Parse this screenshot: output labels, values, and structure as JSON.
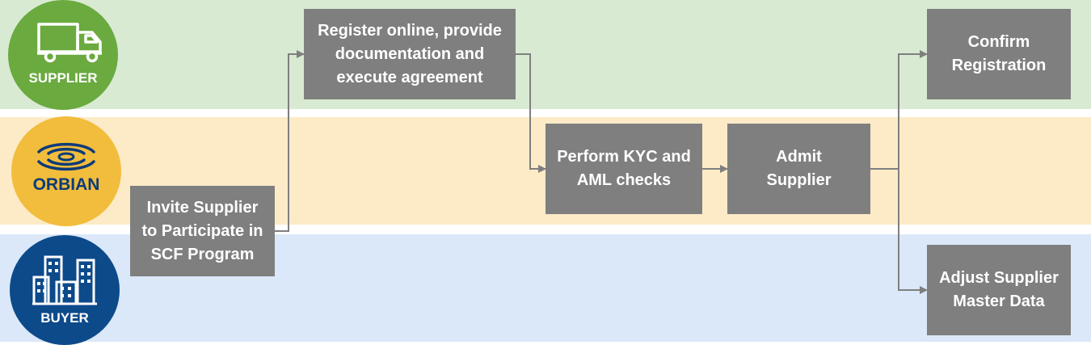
{
  "lanes": {
    "supplier": {
      "label": "SUPPLIER",
      "icon": "truck-icon",
      "color": "#6aaa3f"
    },
    "orbian": {
      "label": "ORBIAN",
      "icon": "orbian-logo-icon",
      "color": "#f2bd3c"
    },
    "buyer": {
      "label": "BUYER",
      "icon": "buildings-icon",
      "color": "#0c4a8a"
    }
  },
  "steps": {
    "invite": [
      "Invite Supplier",
      "to Participate in",
      "SCF Program"
    ],
    "register": [
      "Register online, provide",
      "documentation and",
      "execute agreement"
    ],
    "kyc": [
      "Perform KYC and",
      "AML checks"
    ],
    "admit": [
      "Admit",
      "Supplier"
    ],
    "confirm": [
      "Confirm",
      "Registration"
    ],
    "adjust": [
      "Adjust Supplier",
      "Master Data"
    ]
  },
  "colors": {
    "box": "#7f7f7f",
    "connector": "#7f7f7f",
    "supplier_lane": "#d9ead3",
    "orbian_lane": "#fdebc8",
    "buyer_lane": "#dae8f9"
  }
}
